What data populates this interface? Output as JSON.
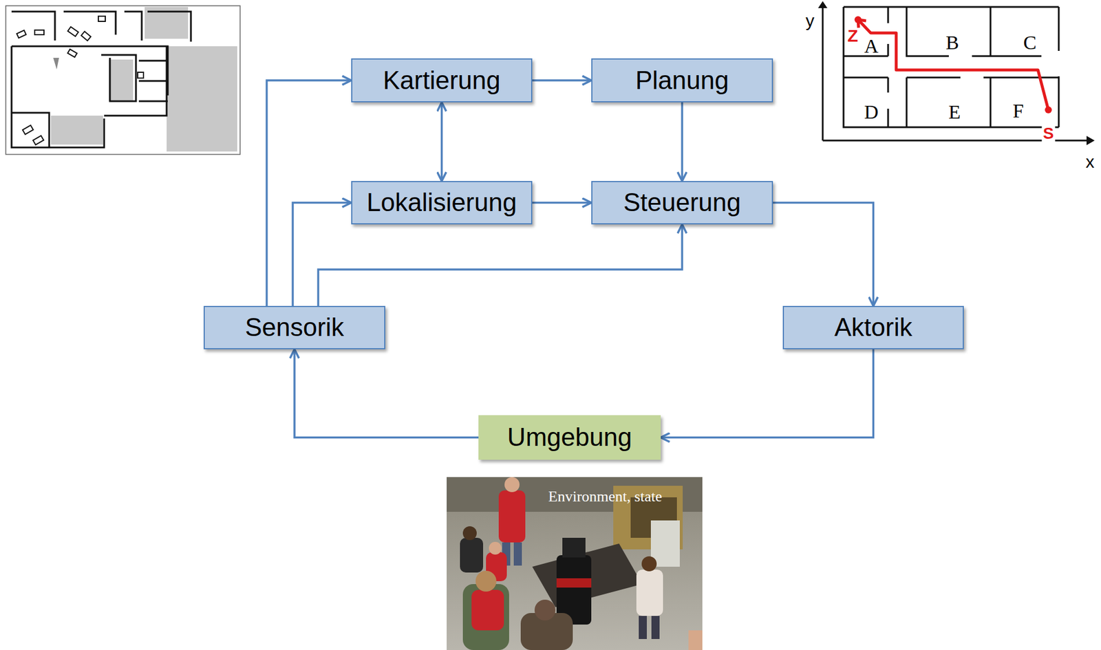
{
  "diagram": {
    "nodes": [
      {
        "text": [
          "Kartierung"
        ]
      },
      {
        "text": [
          "Planung"
        ]
      },
      {
        "text": [
          "Lokalisierung"
        ]
      },
      {
        "text": [
          "Steuerung"
        ]
      },
      {
        "text": [
          "Sensorik"
        ]
      },
      {
        "text": [
          "Aktorik"
        ]
      },
      {
        "text": [
          "Umgebung"
        ]
      }
    ],
    "edges": [
      {
        "from": 0,
        "to": 1,
        "arrow": "to"
      },
      {
        "from": 0,
        "to": 2,
        "arrow": "both"
      },
      {
        "from": 2,
        "to": 3,
        "arrow": "to"
      },
      {
        "from": 1,
        "to": 3,
        "arrow": "to"
      },
      {
        "from": 4,
        "to": 0,
        "arrow": "to"
      },
      {
        "from": 4,
        "to": 2,
        "arrow": "to"
      },
      {
        "from": 4,
        "to": 3,
        "arrow": "to"
      },
      {
        "from": 3,
        "to": 5,
        "arrow": "to"
      },
      {
        "from": 5,
        "to": 6,
        "arrow": "to"
      },
      {
        "from": 6,
        "to": 4,
        "arrow": "to"
      }
    ],
    "labels": [
      "y",
      "x",
      "A",
      "B",
      "C",
      "D",
      "E",
      "F",
      "Z",
      "S",
      "Environment, state"
    ]
  }
}
